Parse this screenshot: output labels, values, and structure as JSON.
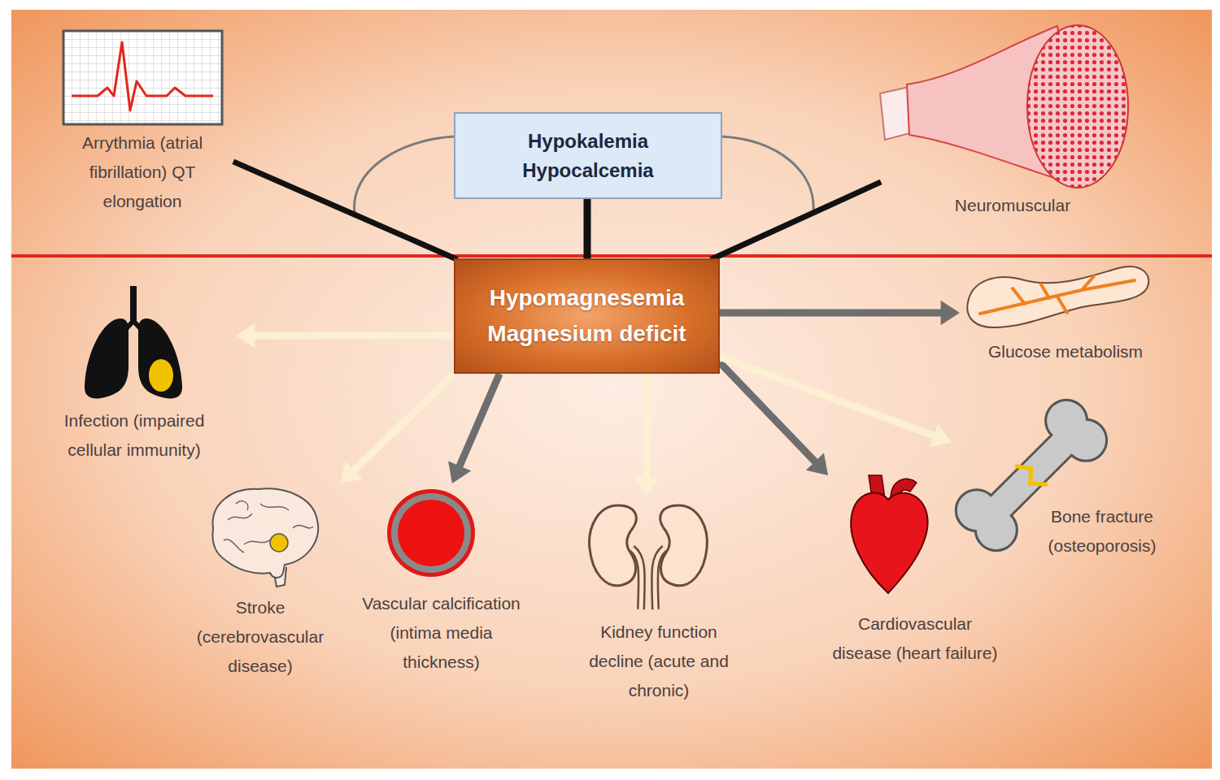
{
  "diagram": {
    "nodes": [
      {
        "text": [
          "Arrythmia (atrial fibrillation) QT elongation"
        ]
      },
      {
        "text": [
          "Hypokalemia",
          "Hypocalcemia"
        ]
      },
      {
        "text": [
          "Neuromuscular"
        ]
      },
      {
        "text": [
          "Hypomagnesemia",
          "Magnesium deficit"
        ]
      },
      {
        "text": [
          "Glucose metabolism"
        ]
      },
      {
        "text": [
          "Infection (impaired cellular immunity)"
        ]
      },
      {
        "text": [
          "Stroke (cerebrovascular disease)"
        ]
      },
      {
        "text": [
          "Vascular calcification (intima media thickness)"
        ]
      },
      {
        "text": [
          "Kidney function decline (acute and chronic)"
        ]
      },
      {
        "text": [
          "Cardiovascular disease (heart failure)"
        ]
      },
      {
        "text": [
          "Bone fracture (osteoporosis)"
        ]
      }
    ],
    "edges": [
      {
        "from": 3,
        "to": 1,
        "arrow": "none"
      },
      {
        "from": 3,
        "to": 0,
        "arrow": "none"
      },
      {
        "from": 3,
        "to": 2,
        "arrow": "none"
      },
      {
        "from": 3,
        "to": 4,
        "arrow": "to"
      },
      {
        "from": 3,
        "to": 5,
        "arrow": "to"
      },
      {
        "from": 3,
        "to": 6,
        "arrow": "to"
      },
      {
        "from": 3,
        "to": 7,
        "arrow": "to"
      },
      {
        "from": 3,
        "to": 8,
        "arrow": "to"
      },
      {
        "from": 3,
        "to": 9,
        "arrow": "to"
      },
      {
        "from": 3,
        "to": 10,
        "arrow": "to"
      }
    ]
  }
}
